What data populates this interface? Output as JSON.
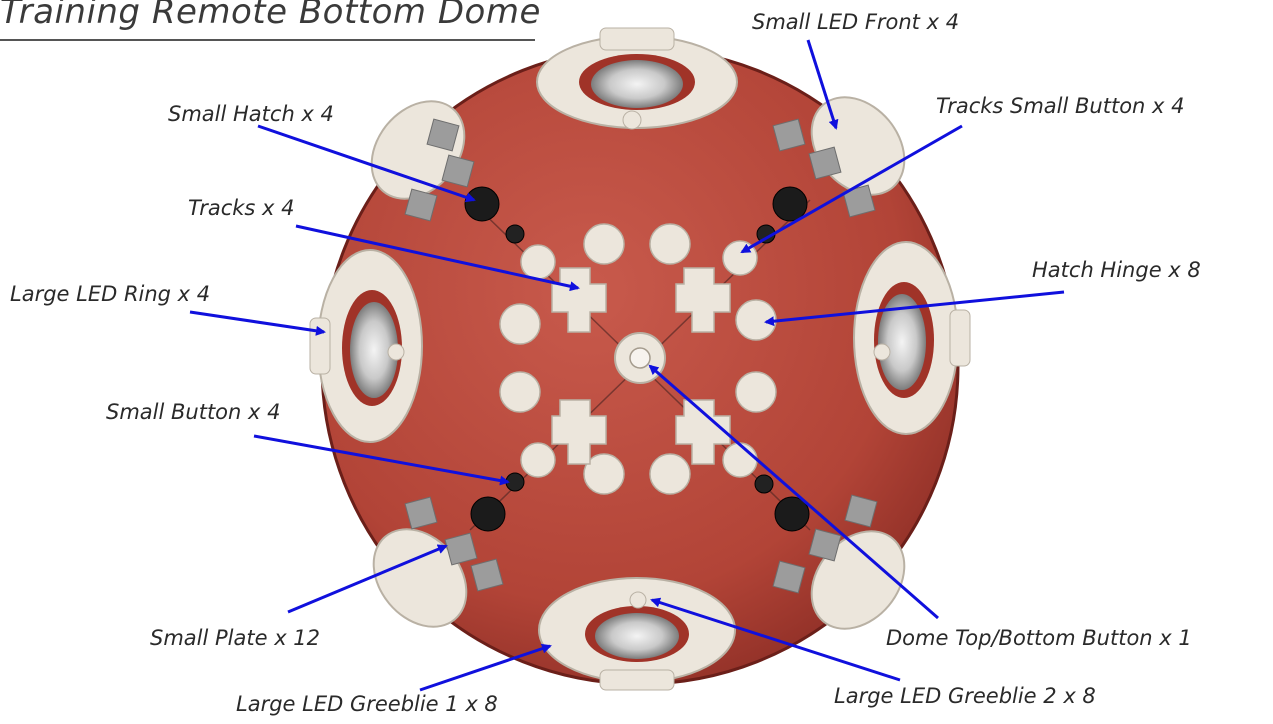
{
  "title": "Training Remote Bottom Dome",
  "colors": {
    "dome": "#b84a3e",
    "dome_dark": "#8e2e26",
    "part": "#ece6dc",
    "part_edge": "#b9b1a4",
    "plate": "#9a9a9a",
    "hatch": "#1a1a1a",
    "arrow": "#1010dd",
    "text": "#2a2a2a"
  },
  "labels": {
    "small_led_front": "Small LED Front x 4",
    "small_hatch": "Small Hatch x 4",
    "tracks_small_button": "Tracks Small Button x 4",
    "tracks": "Tracks x 4",
    "large_led_ring": "Large LED Ring x 4",
    "hatch_hinge": "Hatch Hinge x 8",
    "small_button": "Small Button x 4",
    "small_plate": "Small Plate x 12",
    "dome_button": "Dome Top/Bottom Button x 1",
    "large_led_greeblie_1": "Large LED Greeblie 1 x 8",
    "large_led_greeblie_2": "Large LED Greeblie 2 x 8"
  }
}
